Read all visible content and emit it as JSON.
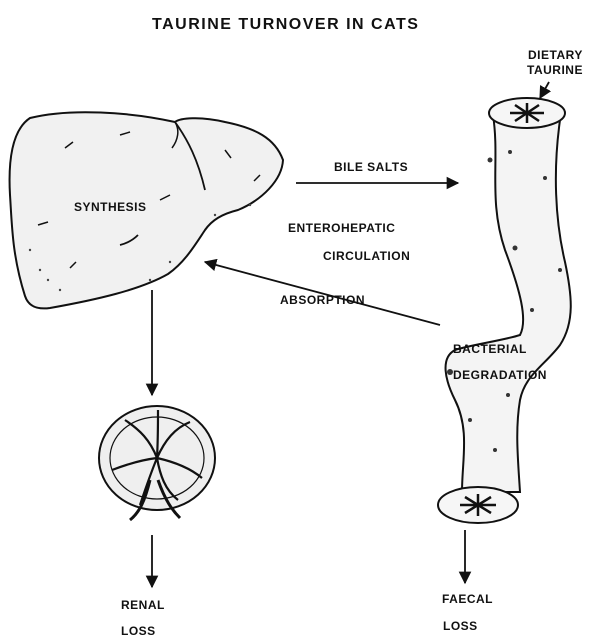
{
  "title": "TAURINE TURNOVER IN CATS",
  "labels": {
    "dietary_line1": "DIETARY",
    "dietary_line2": "TAURINE",
    "bile_salts": "BILE SALTS",
    "synthesis": "SYNTHESIS",
    "enterohepatic_line1": "ENTEROHEPATIC",
    "enterohepatic_line2": "CIRCULATION",
    "absorption": "ABSORPTION",
    "bacterial_line1": "BACTERIAL",
    "bacterial_line2": "DEGRADATION",
    "renal_line1": "RENAL",
    "renal_line2": "LOSS",
    "faecal_line1": "FAECAL",
    "faecal_line2": "LOSS"
  },
  "colors": {
    "ink": "#111111",
    "organ_fill": "#f1f1f1",
    "shading": "#444444"
  },
  "icons": {
    "liver": "liver-icon",
    "kidney": "kidney-icon",
    "intestine": "intestine-icon"
  }
}
